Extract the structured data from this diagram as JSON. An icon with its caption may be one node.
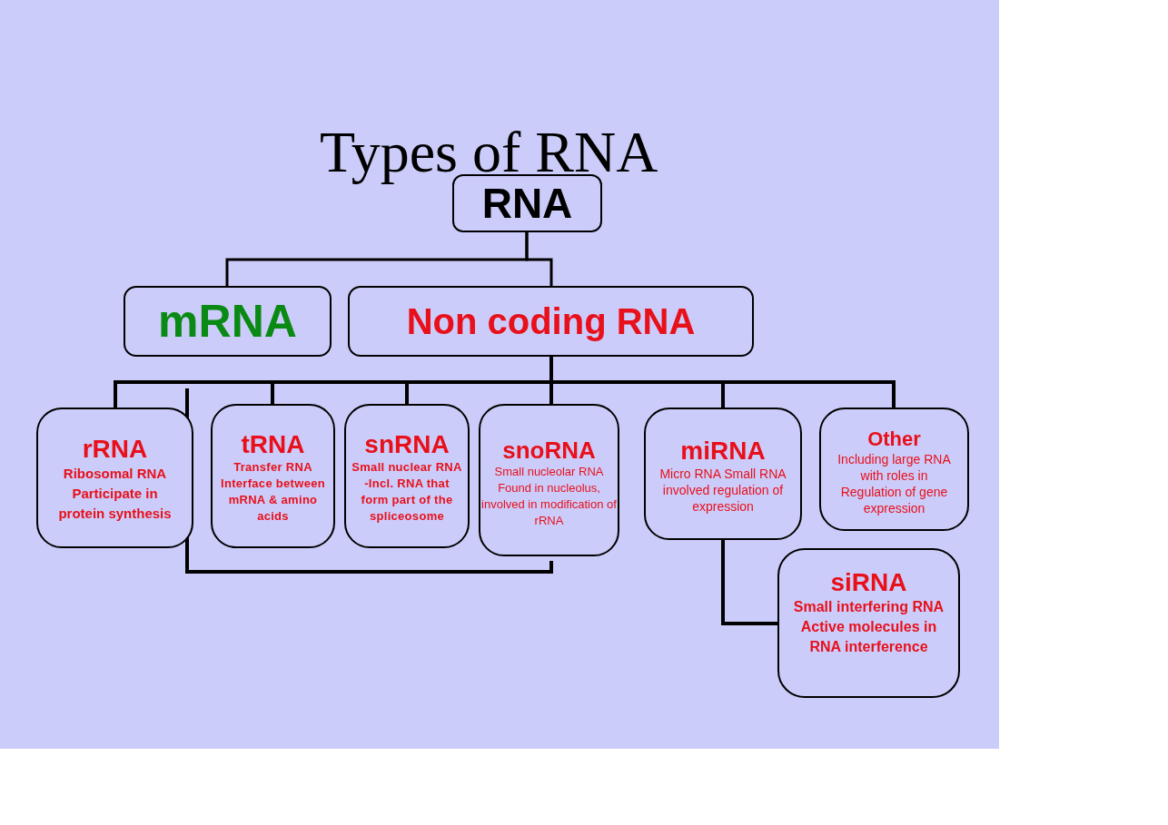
{
  "diagram": {
    "title": "Types of RNA",
    "nodes": [
      {
        "text": [
          "RNA"
        ]
      },
      {
        "text": [
          "mRNA"
        ]
      },
      {
        "text": [
          "Non coding RNA"
        ]
      },
      {
        "text": [
          "rRNA",
          "Ribosomal RNA Participate in protein synthesis"
        ]
      },
      {
        "text": [
          "tRNA",
          "Transfer RNA Interface between mRNA & amino acids"
        ]
      },
      {
        "text": [
          "snRNA",
          "Small nuclear RNA -Incl. RNA that form part of the spliceosome"
        ]
      },
      {
        "text": [
          "snoRNA",
          "Small nucleolar RNA Found in nucleolus, involved in modification of rRNA"
        ]
      },
      {
        "text": [
          "miRNA",
          "Micro RNA Small RNA involved regulation of expression"
        ]
      },
      {
        "text": [
          "Other",
          "Including large RNA with roles in Regulation of gene expression"
        ]
      },
      {
        "text": [
          "siRNA",
          "Small interfering RNA Active molecules in RNA interference"
        ]
      }
    ],
    "edges": [
      {
        "from": 0,
        "to": 1,
        "arrow": "none"
      },
      {
        "from": 0,
        "to": 2,
        "arrow": "none"
      },
      {
        "from": 2,
        "to": 3,
        "arrow": "none"
      },
      {
        "from": 2,
        "to": 4,
        "arrow": "none"
      },
      {
        "from": 2,
        "to": 5,
        "arrow": "none"
      },
      {
        "from": 2,
        "to": 6,
        "arrow": "none"
      },
      {
        "from": 2,
        "to": 7,
        "arrow": "none"
      },
      {
        "from": 2,
        "to": 8,
        "arrow": "none"
      },
      {
        "from": 7,
        "to": 9,
        "arrow": "none"
      }
    ]
  }
}
